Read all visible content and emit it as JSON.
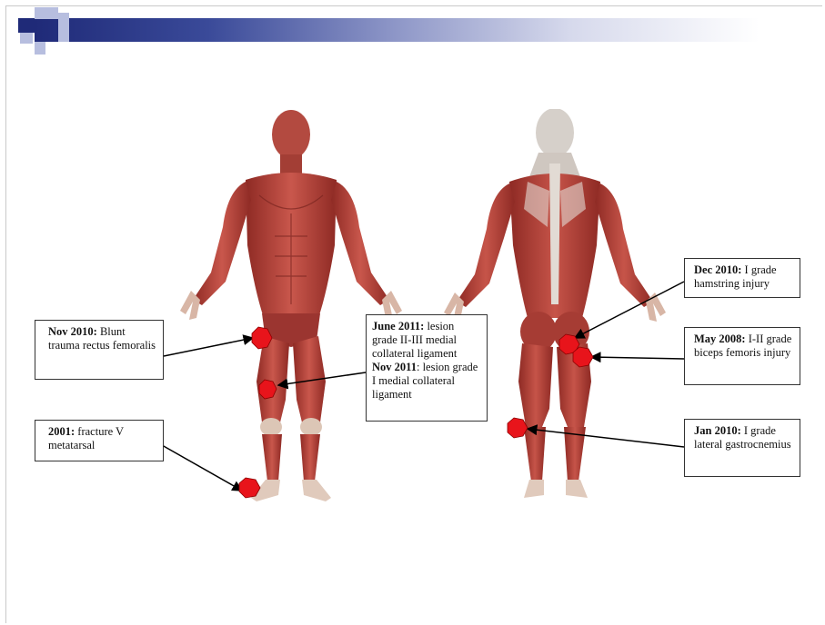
{
  "callouts": {
    "nov2010": {
      "date": "Nov 2010:",
      "text": " Blunt trauma rectus femoralis"
    },
    "y2001": {
      "date": "2001:",
      "text": " fracture V metatarsal"
    },
    "june2011": {
      "date1": "June 2011:",
      "text1": " lesion grade II-III medial collateral ligament",
      "date2": "Nov 2011",
      "text2": ": lesion grade I medial collateral ligament"
    },
    "dec2010": {
      "date": "Dec 2010:",
      "text": " I grade hamstring injury"
    },
    "may2008": {
      "date": "May 2008:",
      "text": " I-II grade biceps femoris injury"
    },
    "jan2010": {
      "date": "Jan 2010:",
      "text": " I grade lateral gastrocnemius"
    }
  },
  "colors": {
    "marker": "#e8141b",
    "header_dark": "#1f2a78",
    "muscle": "#b9423a",
    "tendon": "#e4d3c6"
  }
}
